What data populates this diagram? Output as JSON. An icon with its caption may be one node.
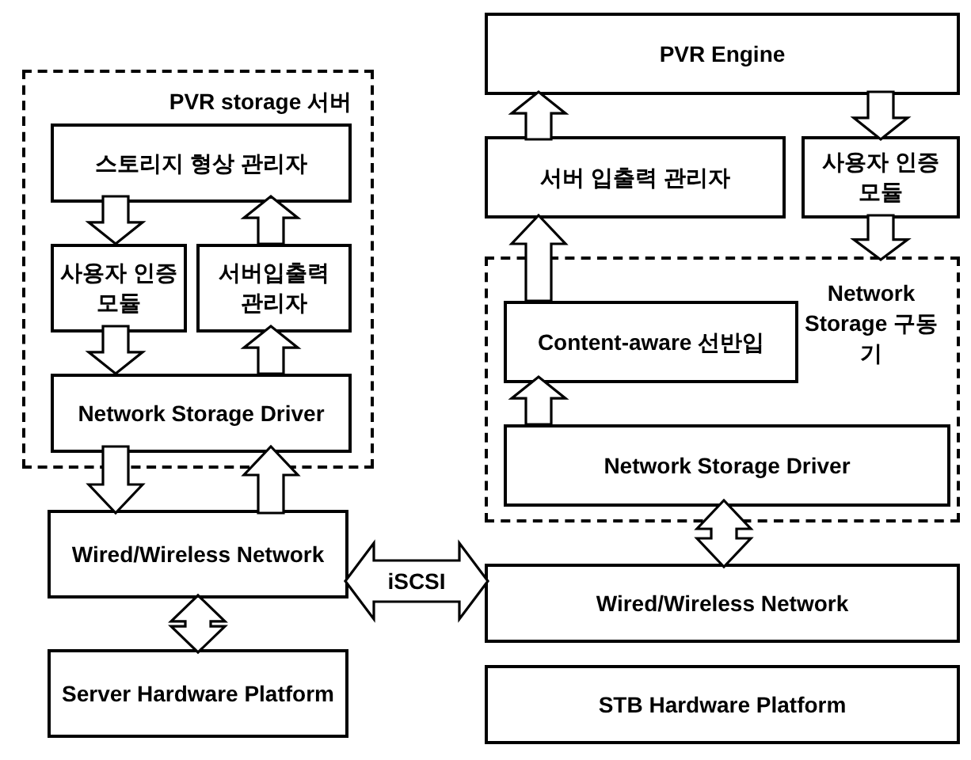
{
  "diagram": {
    "nodes": [
      {
        "text": [
          "PVR storage 서버"
        ]
      },
      {
        "text": [
          "스토리지 형상 관리자"
        ],
        "in": 0
      },
      {
        "text": [
          "사용자 인증 모듈"
        ],
        "in": 0
      },
      {
        "text": [
          "서버입출력 관리자"
        ],
        "in": 0
      },
      {
        "text": [
          "Network Storage Driver"
        ],
        "in": 0
      },
      {
        "text": [
          "Wired/Wireless Network"
        ]
      },
      {
        "text": [
          "Server Hardware Platform"
        ]
      },
      {
        "text": [
          "PVR Engine"
        ]
      },
      {
        "text": [
          "서버 입출력 관리자"
        ]
      },
      {
        "text": [
          "사용자 인증 모듈"
        ]
      },
      {
        "text": [
          "Network Storage 구동기"
        ]
      },
      {
        "text": [
          "Content-aware 선반입"
        ],
        "in": 10
      },
      {
        "text": [
          "Network Storage Driver"
        ],
        "in": 10
      },
      {
        "text": [
          "Wired/Wireless Network"
        ]
      },
      {
        "text": [
          "STB Hardware Platform"
        ]
      }
    ],
    "edges": [
      {
        "from": 1,
        "to": 2,
        "arrow": "to"
      },
      {
        "from": 3,
        "to": 1,
        "arrow": "to"
      },
      {
        "from": 2,
        "to": 4,
        "arrow": "to"
      },
      {
        "from": 4,
        "to": 3,
        "arrow": "to"
      },
      {
        "from": 4,
        "to": 5,
        "arrow": "to"
      },
      {
        "from": 5,
        "to": 4,
        "arrow": "to"
      },
      {
        "from": 5,
        "to": 6,
        "arrow": "both"
      },
      {
        "from": 5,
        "to": 13,
        "arrow": "both",
        "label": "iSCSI"
      },
      {
        "from": 8,
        "to": 7,
        "arrow": "to"
      },
      {
        "from": 7,
        "to": 9,
        "arrow": "to"
      },
      {
        "from": 9,
        "to": 10,
        "arrow": "to"
      },
      {
        "from": 11,
        "to": 8,
        "arrow": "to"
      },
      {
        "from": 12,
        "to": 11,
        "arrow": "to"
      },
      {
        "from": 12,
        "to": 13,
        "arrow": "both"
      }
    ]
  }
}
